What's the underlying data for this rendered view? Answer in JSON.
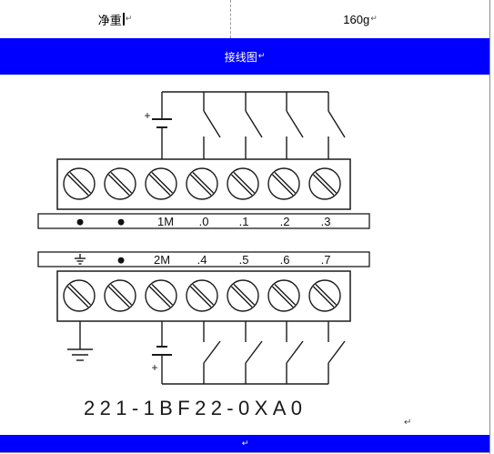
{
  "colors": {
    "band": "#0000FF",
    "band_text": "#FFFFFF",
    "ink": "#000000"
  },
  "marks": {
    "paragraph": "↵"
  },
  "spec_row": {
    "label": "净重",
    "value": "160g"
  },
  "section": {
    "title": "接线图"
  },
  "diagram": {
    "polarity": "+",
    "upper_terminals": [
      {
        "label": "●"
      },
      {
        "label": "●"
      },
      {
        "label": "1M"
      },
      {
        "label": ".0"
      },
      {
        "label": ".1"
      },
      {
        "label": ".2"
      },
      {
        "label": ".3"
      }
    ],
    "lower_terminals": [
      {
        "icon": "ground-icon"
      },
      {
        "label": "●"
      },
      {
        "label": "2M"
      },
      {
        "label": ".4"
      },
      {
        "label": ".5"
      },
      {
        "label": ".6"
      },
      {
        "label": ".7"
      }
    ],
    "symbols": {
      "terminal": "screw-terminal-icon",
      "switch": "switch-icon",
      "supply": "battery-icon",
      "earth": "ground-icon"
    },
    "part_number": "221-1BF22-0XA0"
  }
}
